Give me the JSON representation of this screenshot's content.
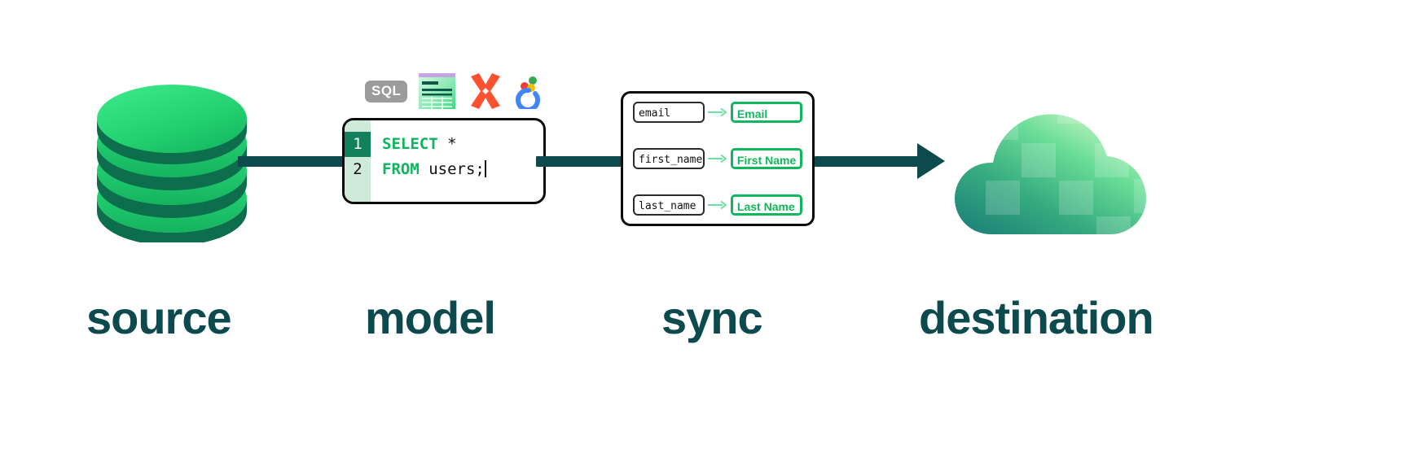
{
  "diagram": {
    "title": "source model sync destination pipeline",
    "background": "#ffffff",
    "accent_dark": "#0d4a4e",
    "accent_green": "#11b75c"
  },
  "stages": {
    "source": {
      "caption": "source",
      "icon": "database-cylinder-icon",
      "color": "#22c55e",
      "shadow_color": "#0d6b4a"
    },
    "model": {
      "caption": "model",
      "tool_icons": [
        {
          "name": "sql-badge-icon",
          "label": "SQL",
          "color": "#9b9b9b"
        },
        {
          "name": "spreadsheet-icon",
          "label": "",
          "color": "#4ade80"
        },
        {
          "name": "x-logo-icon",
          "label": "",
          "color": "#fc5130"
        },
        {
          "name": "google-analytics-icon",
          "label": "",
          "color": "#4285f4"
        }
      ],
      "editor": {
        "line_numbers": [
          "1",
          "2"
        ],
        "active_line": "1",
        "lines": [
          {
            "keyword": "SELECT",
            "rest": " *"
          },
          {
            "keyword": "FROM",
            "rest": " users;"
          }
        ],
        "gutter_color": "#cdeadb",
        "active_gutter_color": "#12815b",
        "keyword_color": "#10b45f"
      }
    },
    "sync": {
      "caption": "sync",
      "mappings": [
        {
          "source_field": "email",
          "destination_field": "Email"
        },
        {
          "source_field": "first_name",
          "destination_field": "First Name"
        },
        {
          "source_field": "last_name",
          "destination_field": "Last Name"
        }
      ]
    },
    "destination": {
      "caption": "destination",
      "icon": "cloud-icon",
      "gradient_from": "#a7f3a0",
      "gradient_to": "#1f8a7a"
    }
  },
  "connectors": [
    {
      "name": "source-to-model",
      "style": "bar"
    },
    {
      "name": "model-to-sync",
      "style": "bar"
    },
    {
      "name": "sync-to-destination",
      "style": "arrow"
    }
  ]
}
